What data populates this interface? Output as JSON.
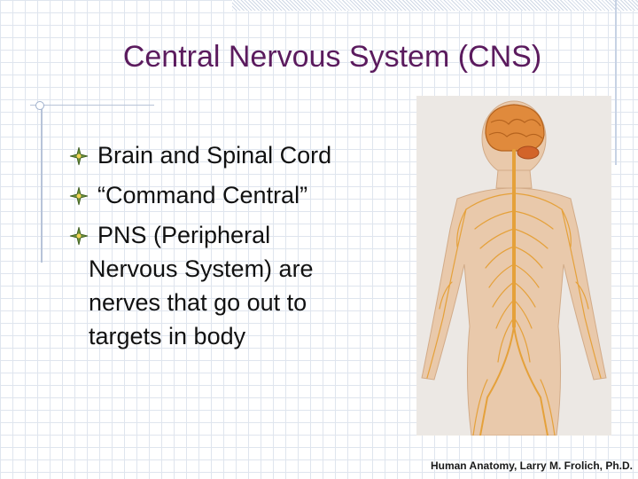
{
  "slide": {
    "title": "Central Nervous System (CNS)",
    "bullets": [
      {
        "lines": [
          "Brain and Spinal  Cord"
        ]
      },
      {
        "lines": [
          "“Command Central”"
        ]
      },
      {
        "lines": [
          "PNS (Peripheral",
          "Nervous System) are",
          "nerves that go out to",
          "targets in body"
        ]
      }
    ],
    "bullet_icon": "diamond-flower-bullet-icon",
    "credit": "Human Anatomy, Larry M. Frolich, Ph.D."
  },
  "figure": {
    "subject": "nervous-system-illustration",
    "colors": {
      "skin": "#e9c9ab",
      "brain": "#e08a3c",
      "nerves": "#e5a13a",
      "background": "#ece8e4"
    }
  },
  "theme": {
    "title_color": "#5b1b5e",
    "accent": "#b7c3d8"
  }
}
